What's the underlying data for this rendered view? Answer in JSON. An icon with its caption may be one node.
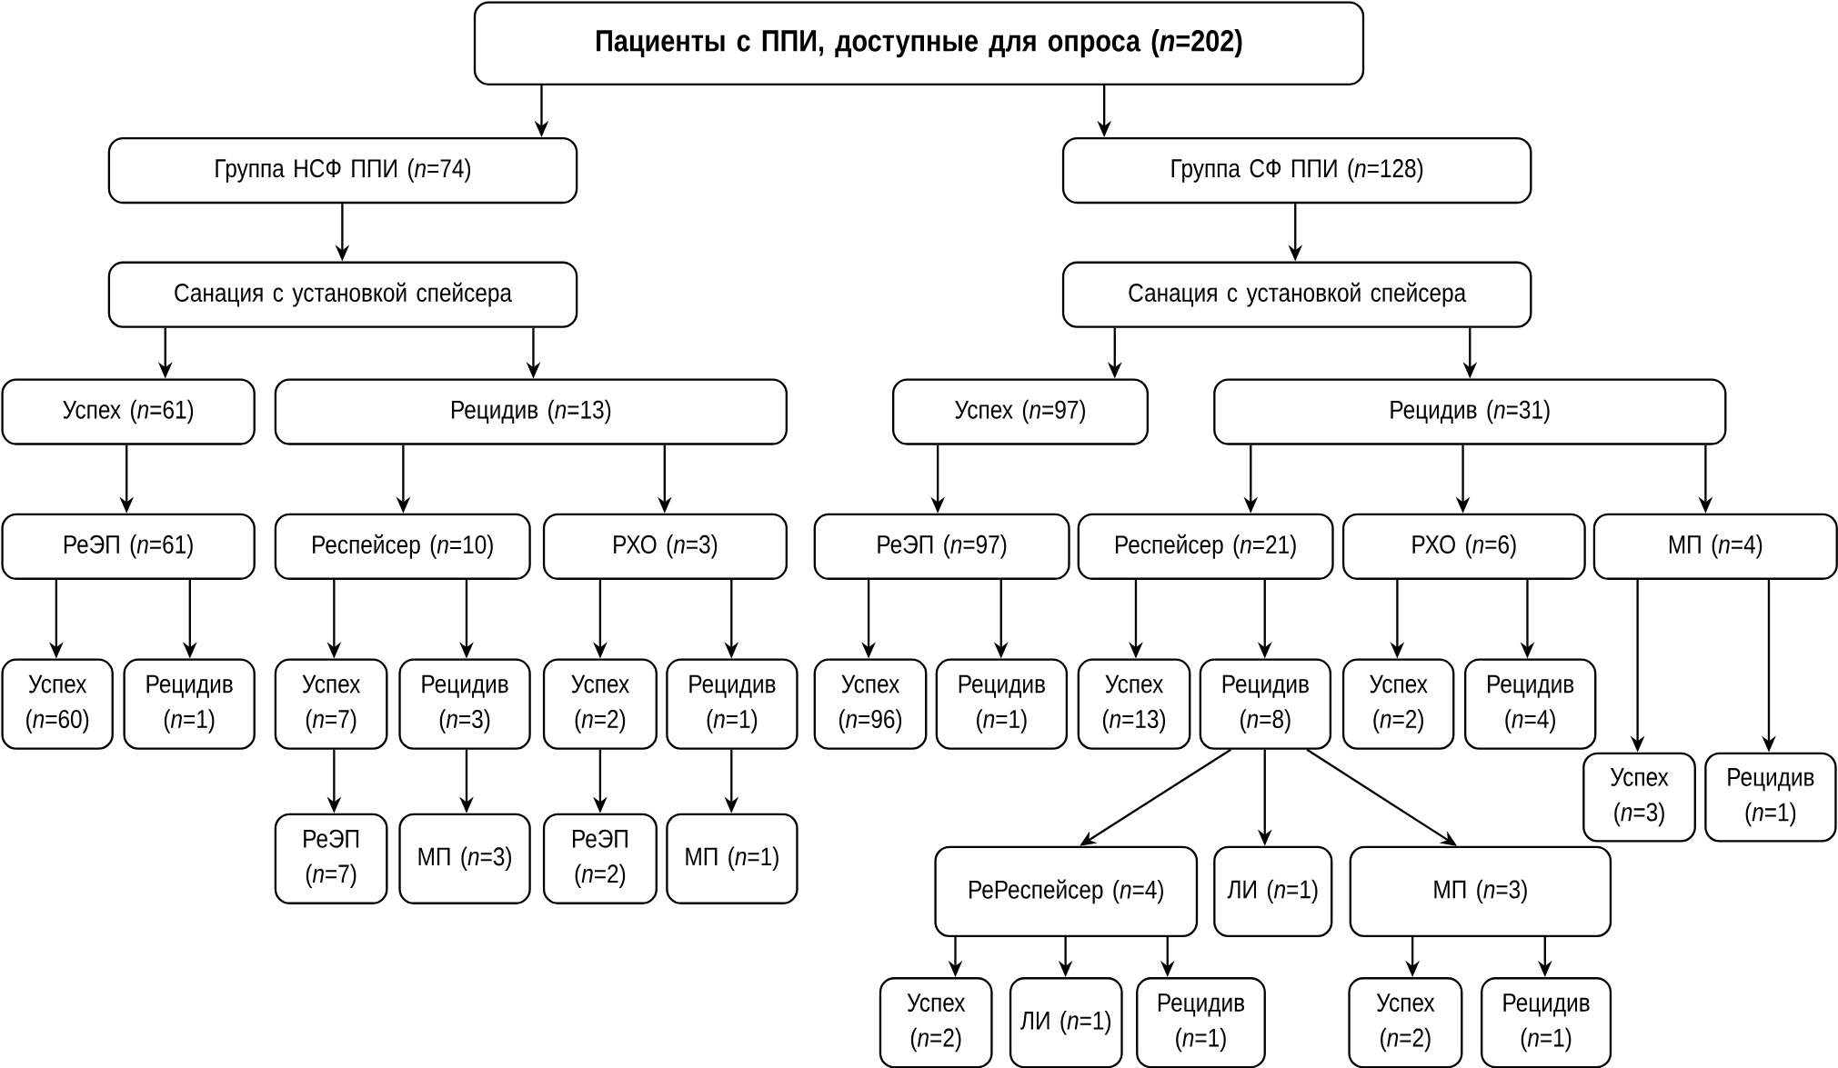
{
  "diagram": {
    "nodes": [
      {
        "text": [
          "Пациенты с ППИ, доступные для опроса (*n*=202)"
        ]
      },
      {
        "text": [
          "Группа НСФ ППИ (*n*=74)"
        ]
      },
      {
        "text": [
          "Группа СФ ППИ (*n*=128)"
        ]
      },
      {
        "text": [
          "Санация с установкой спейсера"
        ]
      },
      {
        "text": [
          "Санация с установкой спейсера"
        ]
      },
      {
        "text": [
          "Успех (*n*=61)"
        ]
      },
      {
        "text": [
          "Рецидив (*n*=13)"
        ]
      },
      {
        "text": [
          "Успех (*n*=97)"
        ]
      },
      {
        "text": [
          "Рецидив (*n*=31)"
        ]
      },
      {
        "text": [
          "РеЭП (*n*=61)"
        ]
      },
      {
        "text": [
          "Респейсер (*n*=10)"
        ]
      },
      {
        "text": [
          "РХО (*n*=3)"
        ]
      },
      {
        "text": [
          "РеЭП (*n*=97)"
        ]
      },
      {
        "text": [
          "Респейсер (*n*=21)"
        ]
      },
      {
        "text": [
          "РХО (*n*=6)"
        ]
      },
      {
        "text": [
          "МП (*n*=4)"
        ]
      },
      {
        "text": [
          "Успех (*n*=60)"
        ]
      },
      {
        "text": [
          "Рецидив (*n*=1)"
        ]
      },
      {
        "text": [
          "Успех (*n*=7)"
        ]
      },
      {
        "text": [
          "Рецидив (*n*=3)"
        ]
      },
      {
        "text": [
          "Успех (*n*=2)"
        ]
      },
      {
        "text": [
          "Рецидив (*n*=1)"
        ]
      },
      {
        "text": [
          "Успех (*n*=96)"
        ]
      },
      {
        "text": [
          "Рецидив (*n*=1)"
        ]
      },
      {
        "text": [
          "Успех (*n*=13)"
        ]
      },
      {
        "text": [
          "Рецидив (*n*=8)"
        ]
      },
      {
        "text": [
          "Успех (*n*=2)"
        ]
      },
      {
        "text": [
          "Рецидив (*n*=4)"
        ]
      },
      {
        "text": [
          "Успех (*n*=3)"
        ]
      },
      {
        "text": [
          "Рецидив (*n*=1)"
        ]
      },
      {
        "text": [
          "РеЭП (*n*=7)"
        ]
      },
      {
        "text": [
          "МП (*n*=3)"
        ]
      },
      {
        "text": [
          "РеЭП (*n*=2)"
        ]
      },
      {
        "text": [
          "МП (*n*=1)"
        ]
      },
      {
        "text": [
          "РеРеспейсер (*n*=4)"
        ]
      },
      {
        "text": [
          "ЛИ (*n*=1)"
        ]
      },
      {
        "text": [
          "МП (*n*=3)"
        ]
      },
      {
        "text": [
          "Успех (*n*=2)"
        ]
      },
      {
        "text": [
          "ЛИ (*n*=1)"
        ]
      },
      {
        "text": [
          "Рецидив (*n*=1)"
        ]
      },
      {
        "text": [
          "Успех (*n*=2)"
        ]
      },
      {
        "text": [
          "Рецидив (*n*=1)"
        ]
      }
    ],
    "edges": [
      {
        "from": 0,
        "to": 1,
        "arrow": "to"
      },
      {
        "from": 0,
        "to": 2,
        "arrow": "to"
      },
      {
        "from": 1,
        "to": 3,
        "arrow": "to"
      },
      {
        "from": 2,
        "to": 4,
        "arrow": "to"
      },
      {
        "from": 3,
        "to": 5,
        "arrow": "to"
      },
      {
        "from": 3,
        "to": 6,
        "arrow": "to"
      },
      {
        "from": 4,
        "to": 7,
        "arrow": "to"
      },
      {
        "from": 4,
        "to": 8,
        "arrow": "to"
      },
      {
        "from": 5,
        "to": 9,
        "arrow": "to"
      },
      {
        "from": 6,
        "to": 10,
        "arrow": "to"
      },
      {
        "from": 6,
        "to": 11,
        "arrow": "to"
      },
      {
        "from": 7,
        "to": 12,
        "arrow": "to"
      },
      {
        "from": 8,
        "to": 13,
        "arrow": "to"
      },
      {
        "from": 8,
        "to": 14,
        "arrow": "to"
      },
      {
        "from": 8,
        "to": 15,
        "arrow": "to"
      },
      {
        "from": 9,
        "to": 16,
        "arrow": "to"
      },
      {
        "from": 9,
        "to": 17,
        "arrow": "to"
      },
      {
        "from": 10,
        "to": 18,
        "arrow": "to"
      },
      {
        "from": 10,
        "to": 19,
        "arrow": "to"
      },
      {
        "from": 11,
        "to": 20,
        "arrow": "to"
      },
      {
        "from": 11,
        "to": 21,
        "arrow": "to"
      },
      {
        "from": 12,
        "to": 22,
        "arrow": "to"
      },
      {
        "from": 12,
        "to": 23,
        "arrow": "to"
      },
      {
        "from": 13,
        "to": 24,
        "arrow": "to"
      },
      {
        "from": 13,
        "to": 25,
        "arrow": "to"
      },
      {
        "from": 14,
        "to": 26,
        "arrow": "to"
      },
      {
        "from": 14,
        "to": 27,
        "arrow": "to"
      },
      {
        "from": 15,
        "to": 28,
        "arrow": "to"
      },
      {
        "from": 15,
        "to": 29,
        "arrow": "to"
      },
      {
        "from": 18,
        "to": 30,
        "arrow": "to"
      },
      {
        "from": 19,
        "to": 31,
        "arrow": "to"
      },
      {
        "from": 20,
        "to": 32,
        "arrow": "to"
      },
      {
        "from": 21,
        "to": 33,
        "arrow": "to"
      },
      {
        "from": 25,
        "to": 34,
        "arrow": "to"
      },
      {
        "from": 25,
        "to": 35,
        "arrow": "to"
      },
      {
        "from": 25,
        "to": 36,
        "arrow": "to"
      },
      {
        "from": 34,
        "to": 37,
        "arrow": "to"
      },
      {
        "from": 34,
        "to": 38,
        "arrow": "to"
      },
      {
        "from": 34,
        "to": 39,
        "arrow": "to"
      },
      {
        "from": 36,
        "to": 40,
        "arrow": "to"
      },
      {
        "from": 36,
        "to": 41,
        "arrow": "to"
      }
    ]
  }
}
